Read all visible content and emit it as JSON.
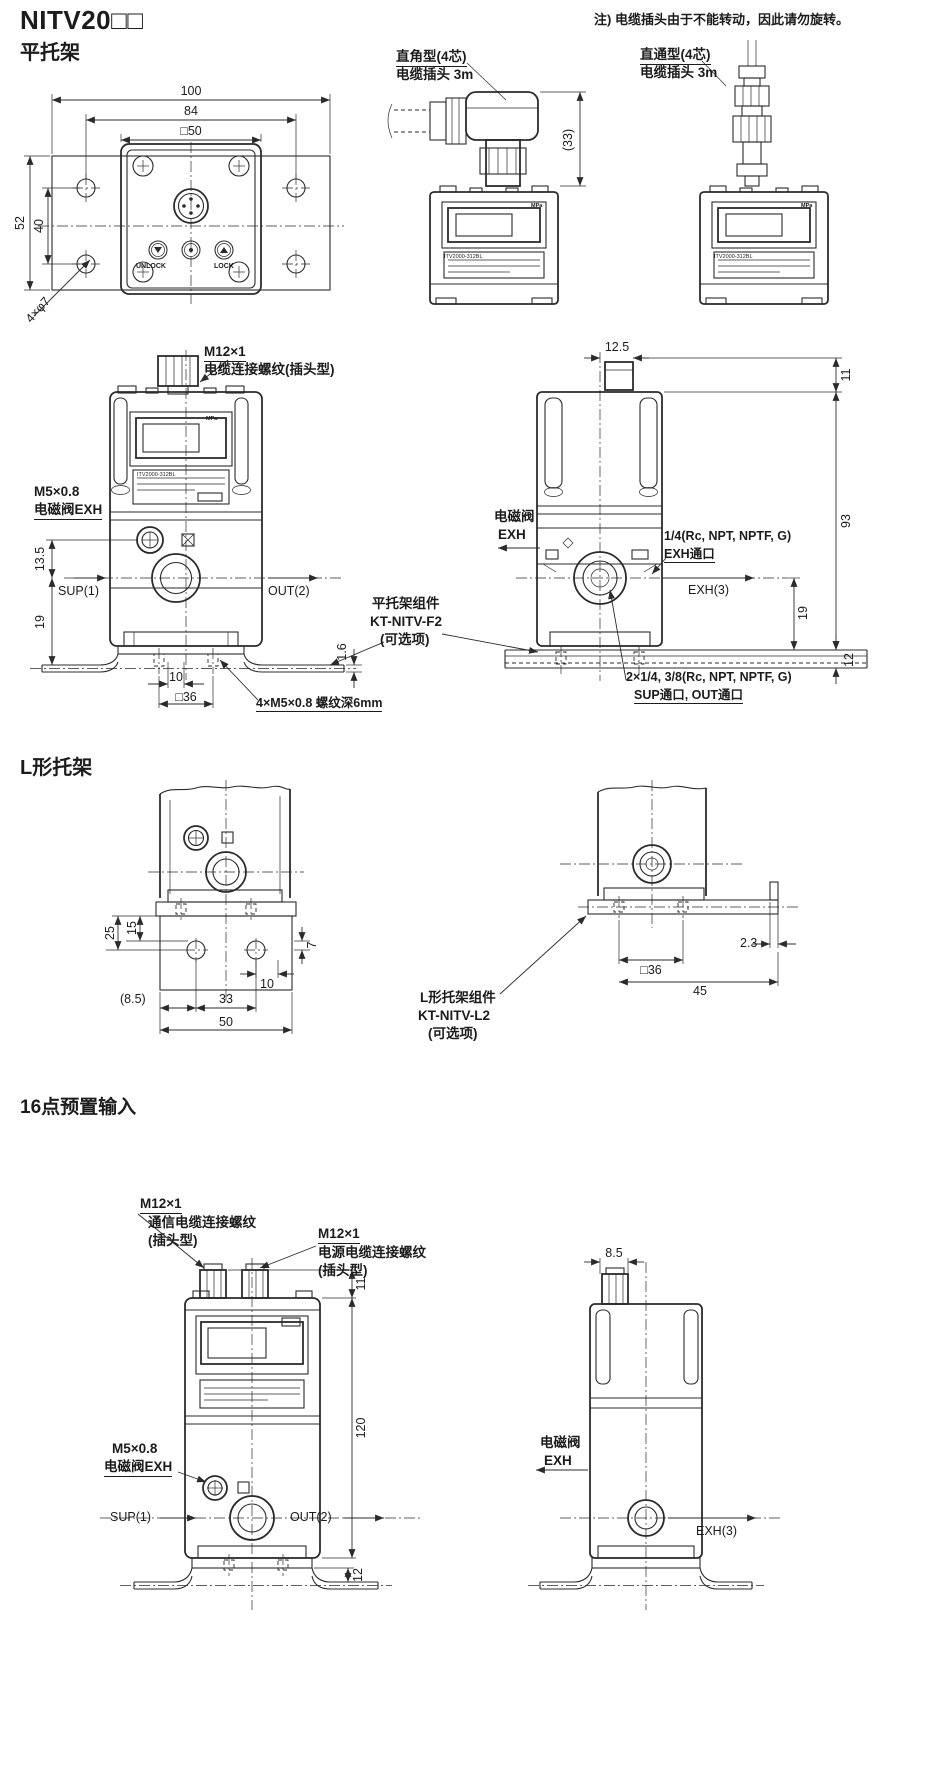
{
  "header": {
    "title": "NITV20□□",
    "note": "注) 电缆插头由于不能转动，因此请勿旋转。"
  },
  "sections": {
    "flat_bracket": "平托架",
    "l_bracket": "L形托架",
    "preset_16": "16点预置输入"
  },
  "device": {
    "mpa": "MPa",
    "plate": "ITV2000-312BL",
    "unlock": "UNLOCK",
    "lock": "LOCK"
  },
  "cable": {
    "right_angle_line1": "直角型(4芯)",
    "right_angle_line2": "电缆插头 3m",
    "straight_line1": "直通型(4芯)",
    "straight_line2": "电缆插头 3m",
    "dim_33": "(33)"
  },
  "top_view": {
    "dim_100": "100",
    "dim_84": "84",
    "dim_sq50": "□50",
    "dim_52": "52",
    "dim_40": "40",
    "dim_holes": "4×φ7"
  },
  "flat_front": {
    "m12_line1": "M12×1",
    "m12_line2": "电缆连接螺纹(插头型)",
    "m5_line1": "M5×0.8",
    "m5_line2": "电磁阀EXH",
    "dim_13_5": "13.5",
    "dim_19": "19",
    "sup": "SUP(1)",
    "out": "OUT(2)",
    "dim_10": "10",
    "dim_sq36": "□36",
    "dim_1_6": "1.6",
    "thread_note": "4×M5×0.8 螺纹深6mm"
  },
  "flat_assembly": {
    "line1": "平托架组件",
    "line2": "KT-NITV-F2",
    "line3": "(可选项)"
  },
  "flat_side": {
    "dim_12_5": "12.5",
    "dim_11": "11",
    "dim_93": "93",
    "dim_19": "19",
    "dim_12": "12",
    "sol_line1": "电磁阀",
    "sol_line2": "EXH",
    "exh_port_line1": "1/4(Rc, NPT, NPTF, G)",
    "exh_port_line2": "EXH通口",
    "exh3": "EXH(3)",
    "supout_line1": "2×1/4, 3/8(Rc, NPT, NPTF, G)",
    "supout_line2": "SUP通口, OUT通口"
  },
  "l_front": {
    "dim_25": "25",
    "dim_15": "15",
    "dim_7": "7",
    "dim_10": "10",
    "dim_8_5": "(8.5)",
    "dim_33": "33",
    "dim_50": "50"
  },
  "l_side": {
    "dim_sq36": "□36",
    "dim_45": "45",
    "dim_2_3": "2.3"
  },
  "l_assembly": {
    "line1": "L形托架组件",
    "line2": "KT-NITV-L2",
    "line3": "(可选项)"
  },
  "preset_front": {
    "comm_line1": "M12×1",
    "comm_line2": "通信电缆连接螺纹",
    "comm_line3": "(插头型)",
    "pwr_line1": "M12×1",
    "pwr_line2": "电源电缆连接螺纹",
    "pwr_line3": "(插头型)",
    "dim_11": "11",
    "dim_120": "120",
    "dim_12": "12",
    "m5_line1": "M5×0.8",
    "m5_line2": "电磁阀EXH",
    "sup": "SUP(1)",
    "out": "OUT(2)"
  },
  "preset_side": {
    "dim_8_5": "8.5",
    "sol_line1": "电磁阀",
    "sol_line2": "EXH",
    "exh3": "EXH(3)"
  }
}
